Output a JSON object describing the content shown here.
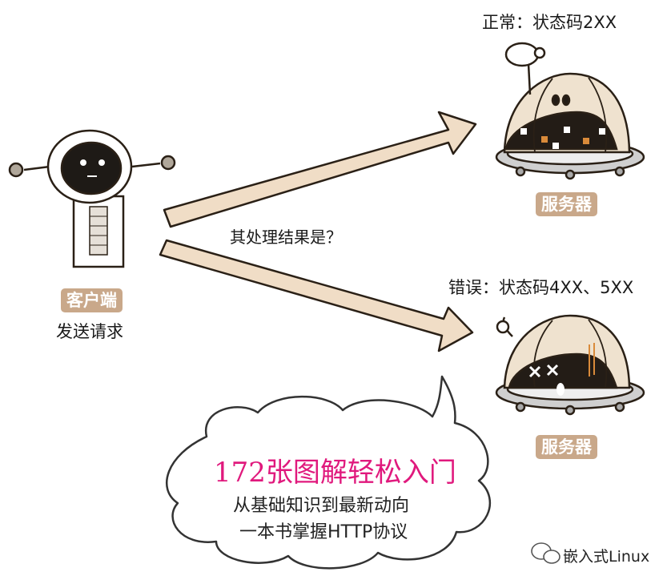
{
  "client": {
    "label": "客户端",
    "action": "发送请求"
  },
  "question": "其处理结果是？",
  "normal": {
    "status": "正常：状态码2XX",
    "server_label": "服务器"
  },
  "error": {
    "status": "错误：状态码4XX、5XX",
    "server_label": "服务器"
  },
  "promo": {
    "title": "172张图解轻松入门",
    "line1": "从基础知识到最新动向",
    "line2": "一本书掌握HTTP协议"
  },
  "watermark": {
    "brand": "嵌入式Linux"
  },
  "colors": {
    "arrow_fill": "#f0ddc6",
    "arrow_stroke": "#2a2016",
    "badge": "#c9a88a",
    "promo_title": "#e0197d"
  }
}
